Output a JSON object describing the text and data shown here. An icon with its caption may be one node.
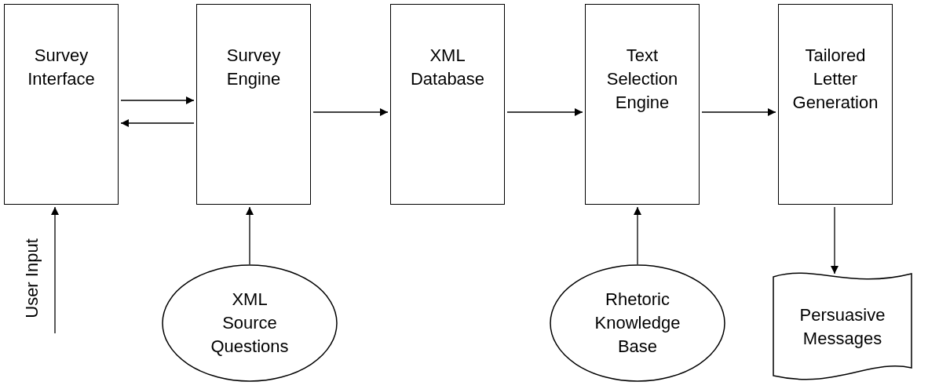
{
  "diagram": {
    "nodes": [
      {
        "text": [
          "Survey Interface"
        ]
      },
      {
        "text": [
          "Survey Engine"
        ]
      },
      {
        "text": [
          "XML Database"
        ]
      },
      {
        "text": [
          "Text Selection Engine"
        ]
      },
      {
        "text": [
          "Tailored Letter Generation"
        ]
      },
      {
        "text": [
          "XML Source Questions"
        ]
      },
      {
        "text": [
          "Rhetoric Knowledge Base"
        ]
      },
      {
        "text": [
          "Persuasive Messages"
        ]
      }
    ],
    "edges": [
      {
        "from": 0,
        "to": 1,
        "arrow": "to"
      },
      {
        "from": 1,
        "to": 0,
        "arrow": "to"
      },
      {
        "from": 1,
        "to": 2,
        "arrow": "to"
      },
      {
        "from": 2,
        "to": 3,
        "arrow": "to"
      },
      {
        "from": 3,
        "to": 4,
        "arrow": "to"
      },
      {
        "from": 5,
        "to": 1,
        "arrow": "to"
      },
      {
        "from": 6,
        "to": 3,
        "arrow": "to"
      },
      {
        "from": 4,
        "to": 7,
        "arrow": "to"
      },
      {
        "from": null,
        "to": 0,
        "arrow": "to",
        "label": "User Input"
      }
    ]
  }
}
